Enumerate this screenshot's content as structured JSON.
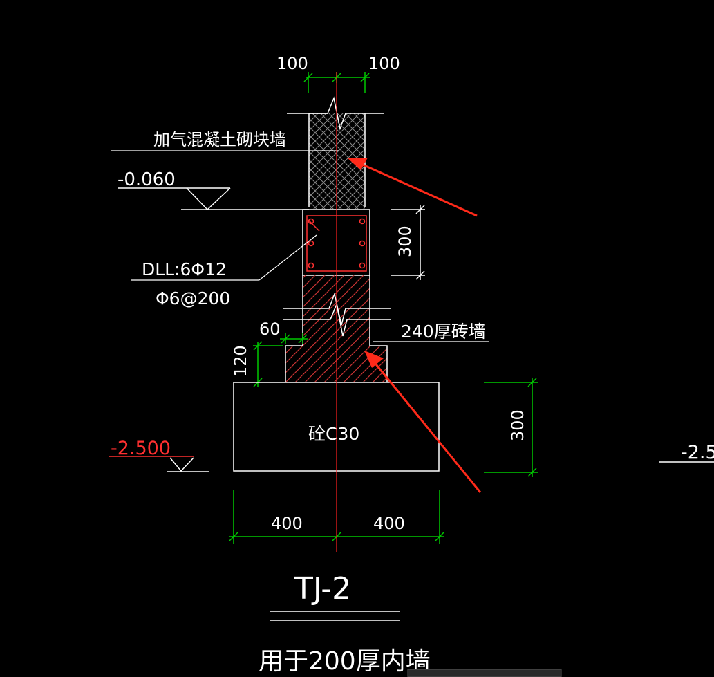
{
  "drawing": {
    "dimensions": {
      "top_left": "100",
      "top_right": "100",
      "beam_height": "300",
      "step_width": "60",
      "step_height": "120",
      "footing_height": "300",
      "bottom_left": "400",
      "bottom_right": "400"
    },
    "labels": {
      "aerated_block_wall": "加气混凝土砌块墙",
      "elevation_ground": "-0.060",
      "beam_main_rebar": "DLL:6Φ12",
      "beam_stirrup": "Φ6@200",
      "brick_wall": "240厚砖墙",
      "concrete_grade": "砼C30",
      "elevation_footing": "-2.500",
      "elevation_right_partial": "-2.5"
    },
    "title": {
      "code": "TJ-2",
      "subtitle": "用于200厚内墙"
    },
    "colors": {
      "background": "#000000",
      "line": "#ffffff",
      "dimension": "#00c800",
      "axis": "#ff2020",
      "rebar": "#ff3030",
      "hatch_block": "#8a8a8a",
      "hatch_brick": "#c83232",
      "annotation_arrow": "#ff2a1a",
      "elevation_red": "#ff3030"
    }
  }
}
